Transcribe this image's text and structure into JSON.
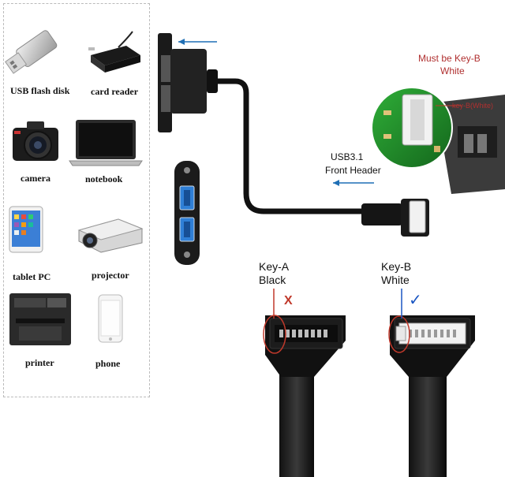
{
  "devices": [
    {
      "id": "usb-flash-disk",
      "label": "USB flash disk",
      "icon": "usb-flash-disk-icon"
    },
    {
      "id": "card-reader",
      "label": "card reader",
      "icon": "card-reader-icon"
    },
    {
      "id": "camera",
      "label": "camera",
      "icon": "camera-icon"
    },
    {
      "id": "notebook",
      "label": "notebook",
      "icon": "notebook-icon"
    },
    {
      "id": "tablet-pc",
      "label": "tablet PC",
      "icon": "tablet-icon"
    },
    {
      "id": "projector",
      "label": "projector",
      "icon": "projector-icon"
    },
    {
      "id": "printer",
      "label": "printer",
      "icon": "printer-icon"
    },
    {
      "id": "phone",
      "label": "phone",
      "icon": "phone-icon"
    }
  ],
  "callouts": {
    "must_be_line1": "Must be Key-B",
    "must_be_line2": "White",
    "key_b_white_tag": "key-B(White)",
    "header_line1": "USB3.1",
    "header_line2": "Front Header"
  },
  "connectors": {
    "key_a_line1": "Key-A",
    "key_a_line2": "Black",
    "key_a_mark": "X",
    "key_b_line1": "Key-B",
    "key_b_line2": "White",
    "key_b_mark": "✓"
  },
  "colors": {
    "arrow_blue": "#1f6fb5",
    "callout_red": "#c0392b",
    "check_blue": "#1a56c2",
    "usb_port_blue": "#2f7fd6",
    "pcb_green": "#1f8f2a"
  }
}
